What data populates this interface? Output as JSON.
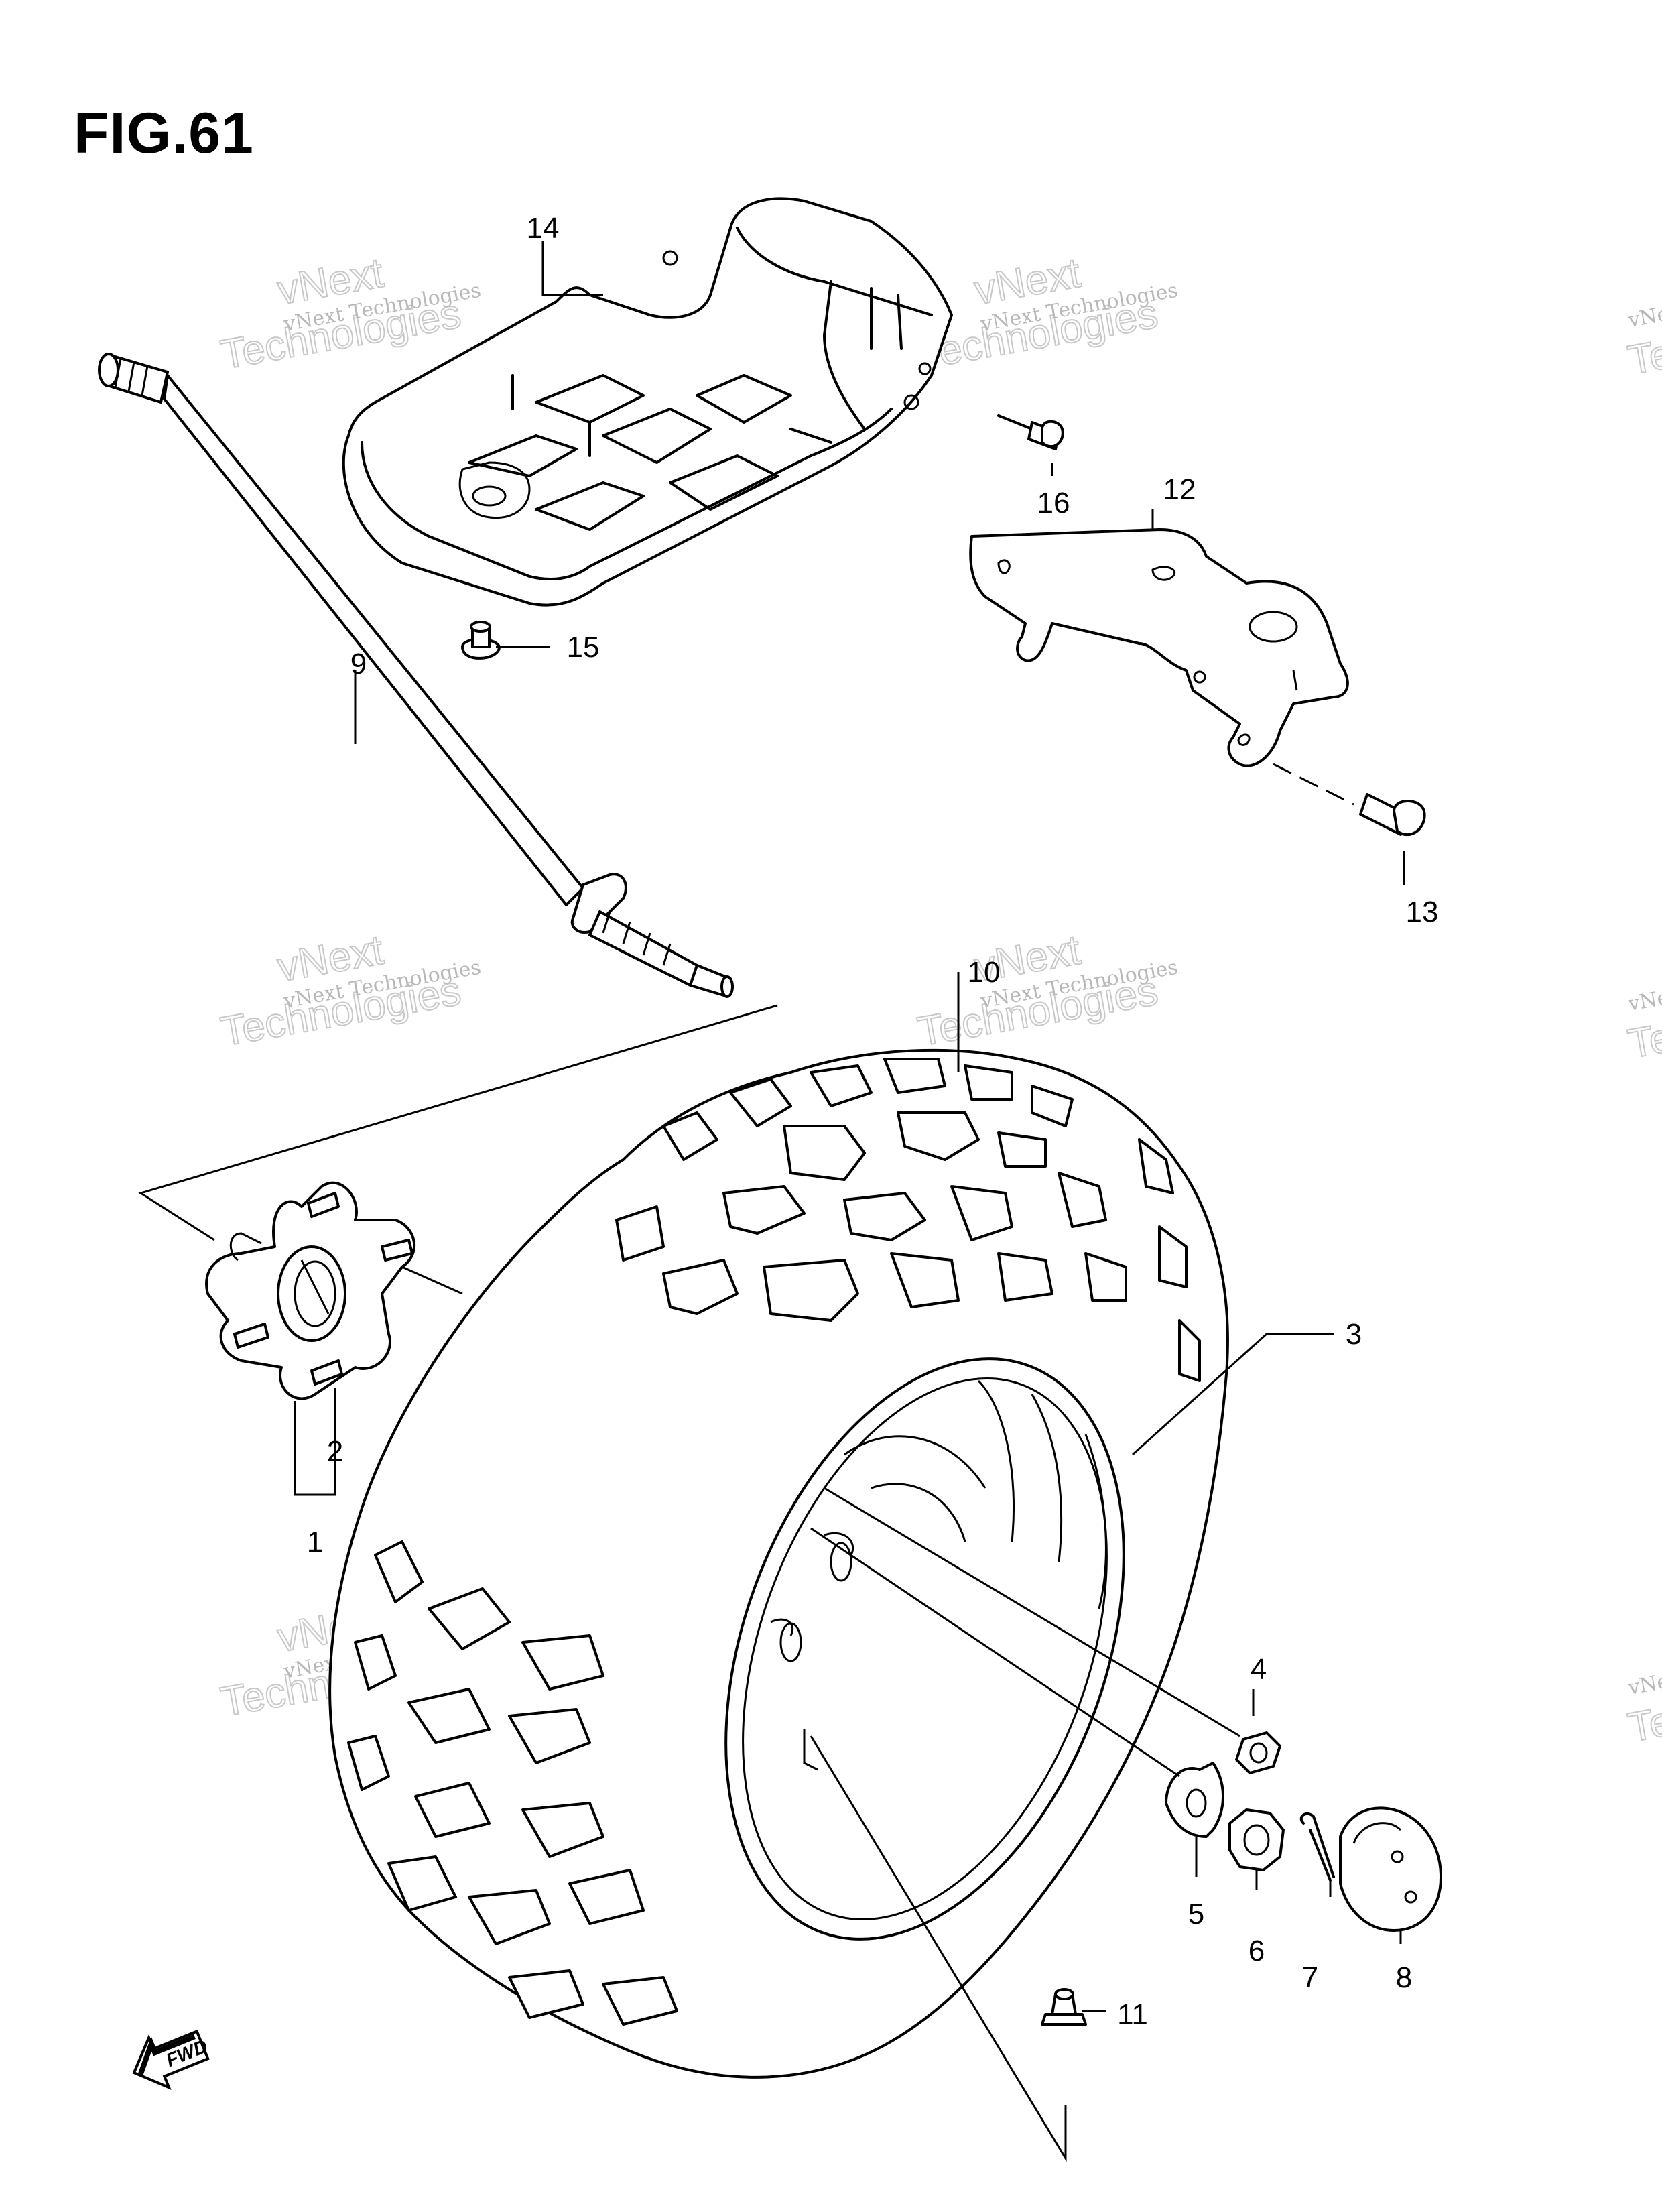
{
  "figure": {
    "title": "FIG.61"
  },
  "callouts": [
    {
      "id": "1",
      "label": "1"
    },
    {
      "id": "2",
      "label": "2"
    },
    {
      "id": "3",
      "label": "3"
    },
    {
      "id": "4",
      "label": "4"
    },
    {
      "id": "5",
      "label": "5"
    },
    {
      "id": "6",
      "label": "6"
    },
    {
      "id": "7",
      "label": "7"
    },
    {
      "id": "8",
      "label": "8"
    },
    {
      "id": "9",
      "label": "9"
    },
    {
      "id": "10",
      "label": "10"
    },
    {
      "id": "11",
      "label": "11"
    },
    {
      "id": "12",
      "label": "12"
    },
    {
      "id": "13",
      "label": "13"
    },
    {
      "id": "14",
      "label": "14"
    },
    {
      "id": "15",
      "label": "15"
    },
    {
      "id": "16",
      "label": "16"
    }
  ],
  "watermark": {
    "line1": "vNext Technologies",
    "line2": "vNext",
    "line3": "Technologies"
  },
  "fwd_badge": "FWD"
}
